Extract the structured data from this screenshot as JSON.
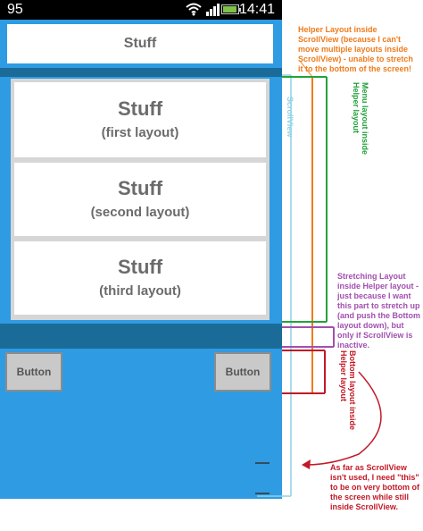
{
  "status_bar": {
    "left_number": "95",
    "time": "14:41"
  },
  "app": {
    "top_label": "Stuff",
    "menu_cards": [
      {
        "title": "Stuff",
        "subtitle": "(first layout)"
      },
      {
        "title": "Stuff",
        "subtitle": "(second layout)"
      },
      {
        "title": "Stuff",
        "subtitle": "(third layout)"
      }
    ],
    "buttons": {
      "left": "Button",
      "right": "Button"
    }
  },
  "annotations": {
    "helper_layout": "Helper Layout inside ScrollView (because I can't move multiple layouts inside ScrollView) - unable to stretch it to the bottom of the screen!",
    "scrollview_label": "ScrollView",
    "menu_layout": "Menu layout inside Helper layout",
    "stretching_layout": "Stretching Layout inside Helper layout - just because I want this part to stretch up (and push the Bottom layout down), but only if ScrollView is inactive.",
    "bottom_layout": "Bottom layout inside Helper layout",
    "bottom_note": "As far as ScrollView isn't used, I need \"this\" to be on very bottom of the screen while still inside ScrollView."
  },
  "colors": {
    "screen_blue": "#2f9be2",
    "dark_strip": "#1b6b98",
    "orange": "#f07b1a",
    "green": "#22a23a",
    "purple": "#a24fb0",
    "red": "#c21826",
    "scrollview_line": "#8fd1e6"
  }
}
